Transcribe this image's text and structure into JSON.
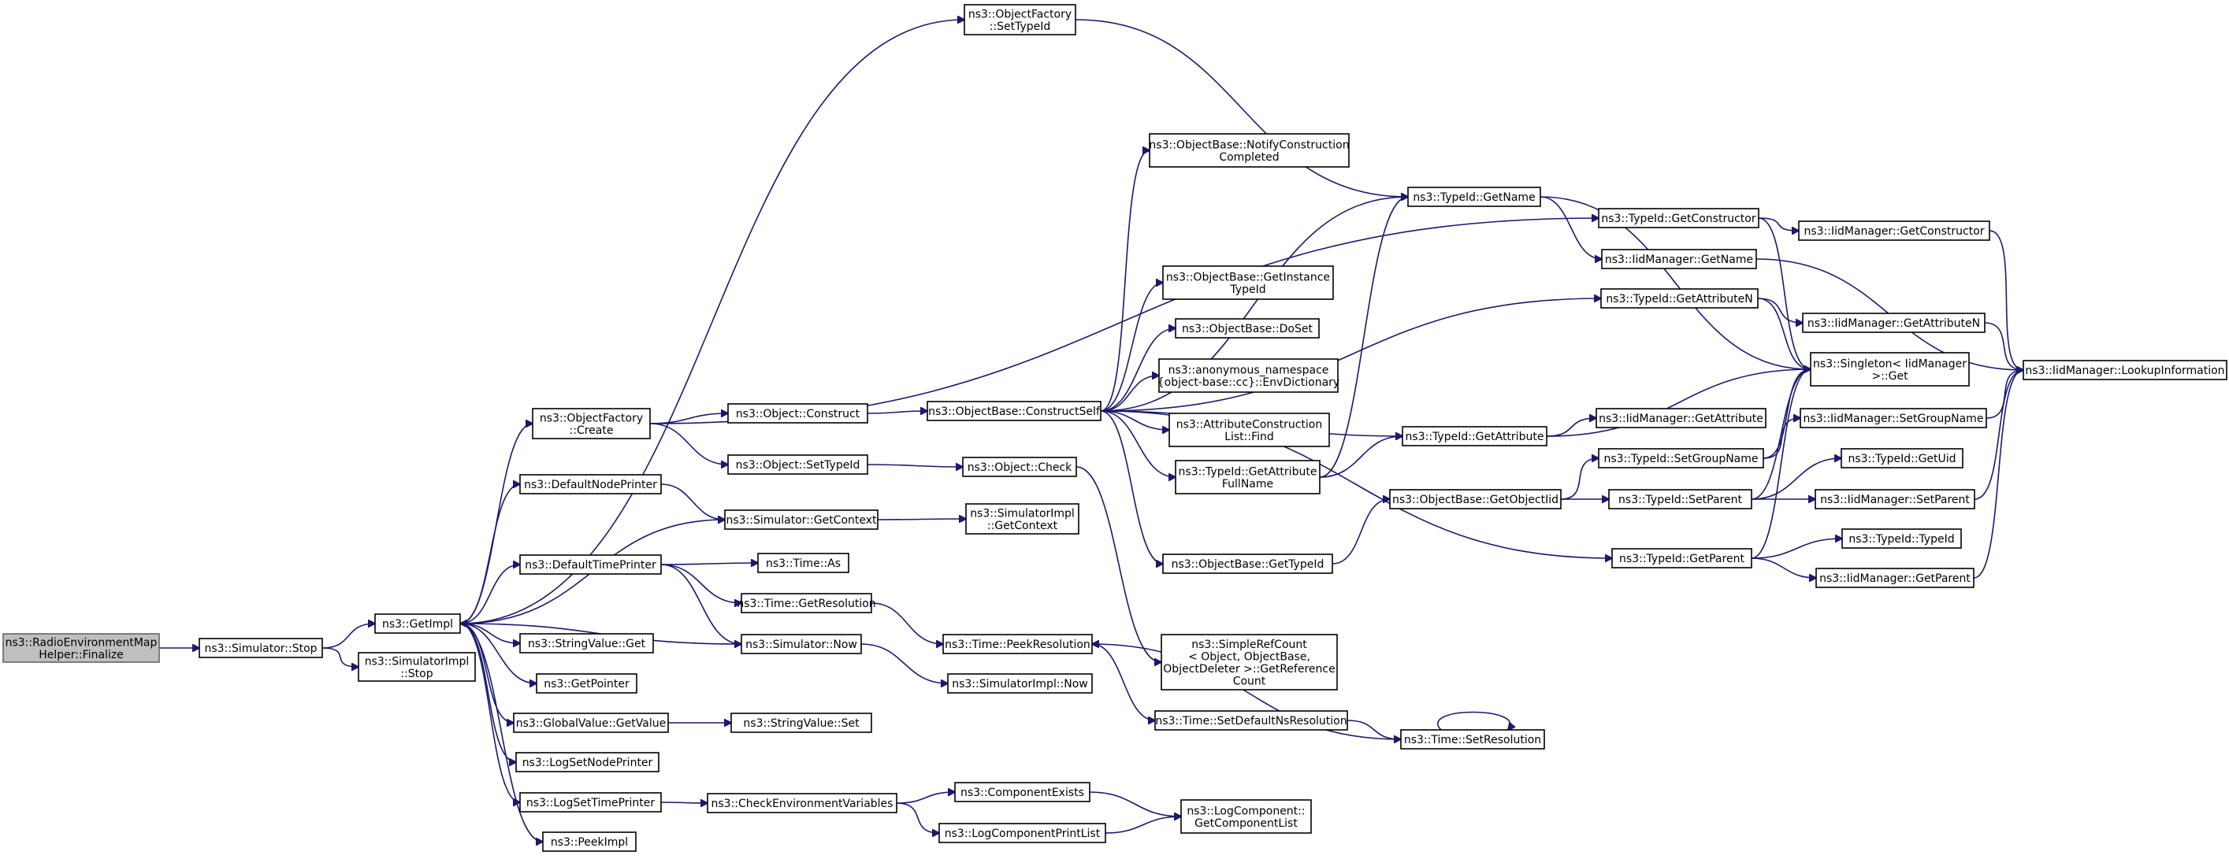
{
  "graph": {
    "edge_color": "#191970",
    "root_fill": "#bfbfbf",
    "nodes": [
      {
        "id": "root",
        "lines": [
          "ns3::RadioEnvironmentMap",
          "Helper::Finalize"
        ],
        "root": true
      },
      {
        "id": "simstop",
        "lines": [
          "ns3::Simulator::Stop"
        ]
      },
      {
        "id": "getimpl",
        "lines": [
          "ns3::GetImpl"
        ]
      },
      {
        "id": "simimplstop",
        "lines": [
          "ns3::SimulatorImpl",
          "::Stop"
        ]
      },
      {
        "id": "ofcreate",
        "lines": [
          "ns3::ObjectFactory",
          "::Create"
        ]
      },
      {
        "id": "defnodeprinter",
        "lines": [
          "ns3::DefaultNodePrinter"
        ]
      },
      {
        "id": "deftimeprinter",
        "lines": [
          "ns3::DefaultTimePrinter"
        ]
      },
      {
        "id": "stringvalueget",
        "lines": [
          "ns3::StringValue::Get"
        ]
      },
      {
        "id": "getpointer",
        "lines": [
          "ns3::GetPointer"
        ]
      },
      {
        "id": "globalvalueget",
        "lines": [
          "ns3::GlobalValue::GetValue"
        ]
      },
      {
        "id": "logsetnodeprinter",
        "lines": [
          "ns3::LogSetNodePrinter"
        ]
      },
      {
        "id": "logsettimeprinter",
        "lines": [
          "ns3::LogSetTimePrinter"
        ]
      },
      {
        "id": "peekimpl",
        "lines": [
          "ns3::PeekImpl"
        ]
      },
      {
        "id": "ofsettypeid",
        "lines": [
          "ns3::ObjectFactory",
          "::SetTypeId"
        ]
      },
      {
        "id": "objconstruct",
        "lines": [
          "ns3::Object::Construct"
        ]
      },
      {
        "id": "objsettypeid",
        "lines": [
          "ns3::Object::SetTypeId"
        ]
      },
      {
        "id": "simgetcontext",
        "lines": [
          "ns3::Simulator::GetContext"
        ]
      },
      {
        "id": "timeas",
        "lines": [
          "ns3::Time::As"
        ]
      },
      {
        "id": "timegetres",
        "lines": [
          "ns3::Time::GetResolution"
        ]
      },
      {
        "id": "simnow",
        "lines": [
          "ns3::Simulator::Now"
        ]
      },
      {
        "id": "stringvalueset",
        "lines": [
          "ns3::StringValue::Set"
        ]
      },
      {
        "id": "checkenv",
        "lines": [
          "ns3::CheckEnvironmentVariables"
        ]
      },
      {
        "id": "obconstructself",
        "lines": [
          "ns3::ObjectBase::ConstructSelf"
        ]
      },
      {
        "id": "objcheck",
        "lines": [
          "ns3::Object::Check"
        ]
      },
      {
        "id": "simimplgetctx",
        "lines": [
          "ns3::SimulatorImpl",
          "::GetContext"
        ]
      },
      {
        "id": "timepeekres",
        "lines": [
          "ns3::Time::PeekResolution"
        ]
      },
      {
        "id": "simimplnow",
        "lines": [
          "ns3::SimulatorImpl::Now"
        ]
      },
      {
        "id": "compexists",
        "lines": [
          "ns3::ComponentExists"
        ]
      },
      {
        "id": "logcompprintlist",
        "lines": [
          "ns3::LogComponentPrintList"
        ]
      },
      {
        "id": "obnotify",
        "lines": [
          "ns3::ObjectBase::NotifyConstruction",
          "Completed"
        ]
      },
      {
        "id": "obgetinstance",
        "lines": [
          "ns3::ObjectBase::GetInstance",
          "TypeId"
        ]
      },
      {
        "id": "obdoset",
        "lines": [
          "ns3::ObjectBase::DoSet"
        ]
      },
      {
        "id": "envdict",
        "lines": [
          "ns3::anonymous_namespace",
          "{object-base::cc}::EnvDictionary"
        ]
      },
      {
        "id": "attrconstruct",
        "lines": [
          "ns3::AttributeConstruction",
          "List::Find"
        ]
      },
      {
        "id": "tidgetattrfull",
        "lines": [
          "ns3::TypeId::GetAttribute",
          "FullName"
        ]
      },
      {
        "id": "obgettypeid",
        "lines": [
          "ns3::ObjectBase::GetTypeId"
        ]
      },
      {
        "id": "simplerefcount",
        "lines": [
          "ns3::SimpleRefCount",
          "< Object, ObjectBase,",
          "ObjectDeleter >::GetReference",
          "Count"
        ]
      },
      {
        "id": "timesetdefns",
        "lines": [
          "ns3::Time::SetDefaultNsResolution"
        ]
      },
      {
        "id": "logcompgetlist",
        "lines": [
          "ns3::LogComponent::",
          "GetComponentList"
        ]
      },
      {
        "id": "tidgetname",
        "lines": [
          "ns3::TypeId::GetName"
        ]
      },
      {
        "id": "tidgetattr",
        "lines": [
          "ns3::TypeId::GetAttribute"
        ]
      },
      {
        "id": "obgetobjectiid",
        "lines": [
          "ns3::ObjectBase::GetObjectIid"
        ]
      },
      {
        "id": "timesetres",
        "lines": [
          "ns3::Time::SetResolution"
        ]
      },
      {
        "id": "tidgetconstructor",
        "lines": [
          "ns3::TypeId::GetConstructor"
        ]
      },
      {
        "id": "iidgetname",
        "lines": [
          "ns3::IidManager::GetName"
        ]
      },
      {
        "id": "tidgetattrn",
        "lines": [
          "ns3::TypeId::GetAttributeN"
        ]
      },
      {
        "id": "iidgetattr",
        "lines": [
          "ns3::IidManager::GetAttribute"
        ]
      },
      {
        "id": "tidsetgroupname",
        "lines": [
          "ns3::TypeId::SetGroupName"
        ]
      },
      {
        "id": "tidsetparent",
        "lines": [
          "ns3::TypeId::SetParent"
        ]
      },
      {
        "id": "tidgetparent",
        "lines": [
          "ns3::TypeId::GetParent"
        ]
      },
      {
        "id": "singleton",
        "lines": [
          "ns3::Singleton< IidManager",
          ">::Get"
        ]
      },
      {
        "id": "iidgetconstructor",
        "lines": [
          "ns3::IidManager::GetConstructor"
        ]
      },
      {
        "id": "iidgetattrn",
        "lines": [
          "ns3::IidManager::GetAttributeN"
        ]
      },
      {
        "id": "iidsetgroupname",
        "lines": [
          "ns3::IidManager::SetGroupName"
        ]
      },
      {
        "id": "tidgetuid",
        "lines": [
          "ns3::TypeId::GetUid"
        ]
      },
      {
        "id": "iidsetparent",
        "lines": [
          "ns3::IidManager::SetParent"
        ]
      },
      {
        "id": "tidtypeid",
        "lines": [
          "ns3::TypeId::TypeId"
        ]
      },
      {
        "id": "iidgetparent",
        "lines": [
          "ns3::IidManager::GetParent"
        ]
      },
      {
        "id": "iidlookup",
        "lines": [
          "ns3::IidManager::LookupInformation"
        ]
      }
    ],
    "edges": [
      {
        "from": "root",
        "to": "simstop"
      },
      {
        "from": "simstop",
        "to": "getimpl"
      },
      {
        "from": "simstop",
        "to": "simimplstop"
      },
      {
        "from": "getimpl",
        "to": "ofsettypeid"
      },
      {
        "from": "getimpl",
        "to": "ofcreate"
      },
      {
        "from": "getimpl",
        "to": "defnodeprinter"
      },
      {
        "from": "getimpl",
        "to": "simgetcontext"
      },
      {
        "from": "getimpl",
        "to": "deftimeprinter"
      },
      {
        "from": "getimpl",
        "to": "stringvalueget"
      },
      {
        "from": "getimpl",
        "to": "getpointer"
      },
      {
        "from": "getimpl",
        "to": "globalvalueget"
      },
      {
        "from": "getimpl",
        "to": "logsetnodeprinter"
      },
      {
        "from": "getimpl",
        "to": "logsettimeprinter"
      },
      {
        "from": "getimpl",
        "to": "peekimpl"
      },
      {
        "from": "simnow",
        "to": "getimpl"
      },
      {
        "from": "ofsettypeid",
        "to": "tidgetname"
      },
      {
        "from": "ofcreate",
        "to": "objconstruct"
      },
      {
        "from": "ofcreate",
        "to": "objsettypeid"
      },
      {
        "from": "ofcreate",
        "to": "tidgetconstructor"
      },
      {
        "from": "defnodeprinter",
        "to": "simgetcontext"
      },
      {
        "from": "deftimeprinter",
        "to": "timeas"
      },
      {
        "from": "deftimeprinter",
        "to": "timegetres"
      },
      {
        "from": "deftimeprinter",
        "to": "simnow"
      },
      {
        "from": "globalvalueget",
        "to": "stringvalueset"
      },
      {
        "from": "logsettimeprinter",
        "to": "checkenv"
      },
      {
        "from": "objconstruct",
        "to": "obconstructself"
      },
      {
        "from": "objsettypeid",
        "to": "objcheck"
      },
      {
        "from": "simgetcontext",
        "to": "simimplgetctx"
      },
      {
        "from": "timegetres",
        "to": "timepeekres"
      },
      {
        "from": "simnow",
        "to": "simimplnow"
      },
      {
        "from": "checkenv",
        "to": "compexists"
      },
      {
        "from": "checkenv",
        "to": "logcompprintlist"
      },
      {
        "from": "obconstructself",
        "to": "obnotify"
      },
      {
        "from": "obconstructself",
        "to": "tidgetname"
      },
      {
        "from": "obconstructself",
        "to": "tidgetattrn"
      },
      {
        "from": "obconstructself",
        "to": "obgetinstance"
      },
      {
        "from": "obconstructself",
        "to": "obdoset"
      },
      {
        "from": "obconstructself",
        "to": "envdict"
      },
      {
        "from": "obconstructself",
        "to": "attrconstruct"
      },
      {
        "from": "obconstructself",
        "to": "tidgetattrfull"
      },
      {
        "from": "obconstructself",
        "to": "tidgetattr"
      },
      {
        "from": "obconstructself",
        "to": "obgettypeid"
      },
      {
        "from": "obconstructself",
        "to": "tidgetparent"
      },
      {
        "from": "objcheck",
        "to": "simplerefcount"
      },
      {
        "from": "timepeekres",
        "to": "timesetdefns"
      },
      {
        "from": "timesetres",
        "to": "timepeekres"
      },
      {
        "from": "timesetdefns",
        "to": "timesetres"
      },
      {
        "from": "timesetres",
        "to": "timesetres",
        "self": true
      },
      {
        "from": "compexists",
        "to": "logcompgetlist"
      },
      {
        "from": "logcompprintlist",
        "to": "logcompgetlist"
      },
      {
        "from": "tidgetattrfull",
        "to": "tidgetname"
      },
      {
        "from": "tidgetattrfull",
        "to": "tidgetattr"
      },
      {
        "from": "obgettypeid",
        "to": "obgetobjectiid"
      },
      {
        "from": "tidgetname",
        "to": "iidgetname"
      },
      {
        "from": "tidgetname",
        "to": "singleton"
      },
      {
        "from": "tidgetattr",
        "to": "iidgetattr"
      },
      {
        "from": "tidgetattr",
        "to": "singleton"
      },
      {
        "from": "obgetobjectiid",
        "to": "tidsetgroupname"
      },
      {
        "from": "obgetobjectiid",
        "to": "tidsetparent"
      },
      {
        "from": "tidgetconstructor",
        "to": "iidgetconstructor"
      },
      {
        "from": "tidgetconstructor",
        "to": "singleton"
      },
      {
        "from": "iidgetname",
        "to": "iidlookup"
      },
      {
        "from": "tidgetattrn",
        "to": "iidgetattrn"
      },
      {
        "from": "tidgetattrn",
        "to": "singleton"
      },
      {
        "from": "tidsetgroupname",
        "to": "iidsetgroupname"
      },
      {
        "from": "tidsetgroupname",
        "to": "singleton"
      },
      {
        "from": "tidsetparent",
        "to": "tidgetuid"
      },
      {
        "from": "tidsetparent",
        "to": "iidsetparent"
      },
      {
        "from": "tidsetparent",
        "to": "singleton"
      },
      {
        "from": "tidgetparent",
        "to": "tidtypeid"
      },
      {
        "from": "tidgetparent",
        "to": "iidgetparent"
      },
      {
        "from": "tidgetparent",
        "to": "singleton"
      },
      {
        "from": "iidgetconstructor",
        "to": "iidlookup"
      },
      {
        "from": "iidgetattrn",
        "to": "iidlookup"
      },
      {
        "from": "iidsetgroupname",
        "to": "iidlookup"
      },
      {
        "from": "iidsetparent",
        "to": "iidlookup"
      },
      {
        "from": "iidgetparent",
        "to": "iidlookup"
      }
    ]
  }
}
